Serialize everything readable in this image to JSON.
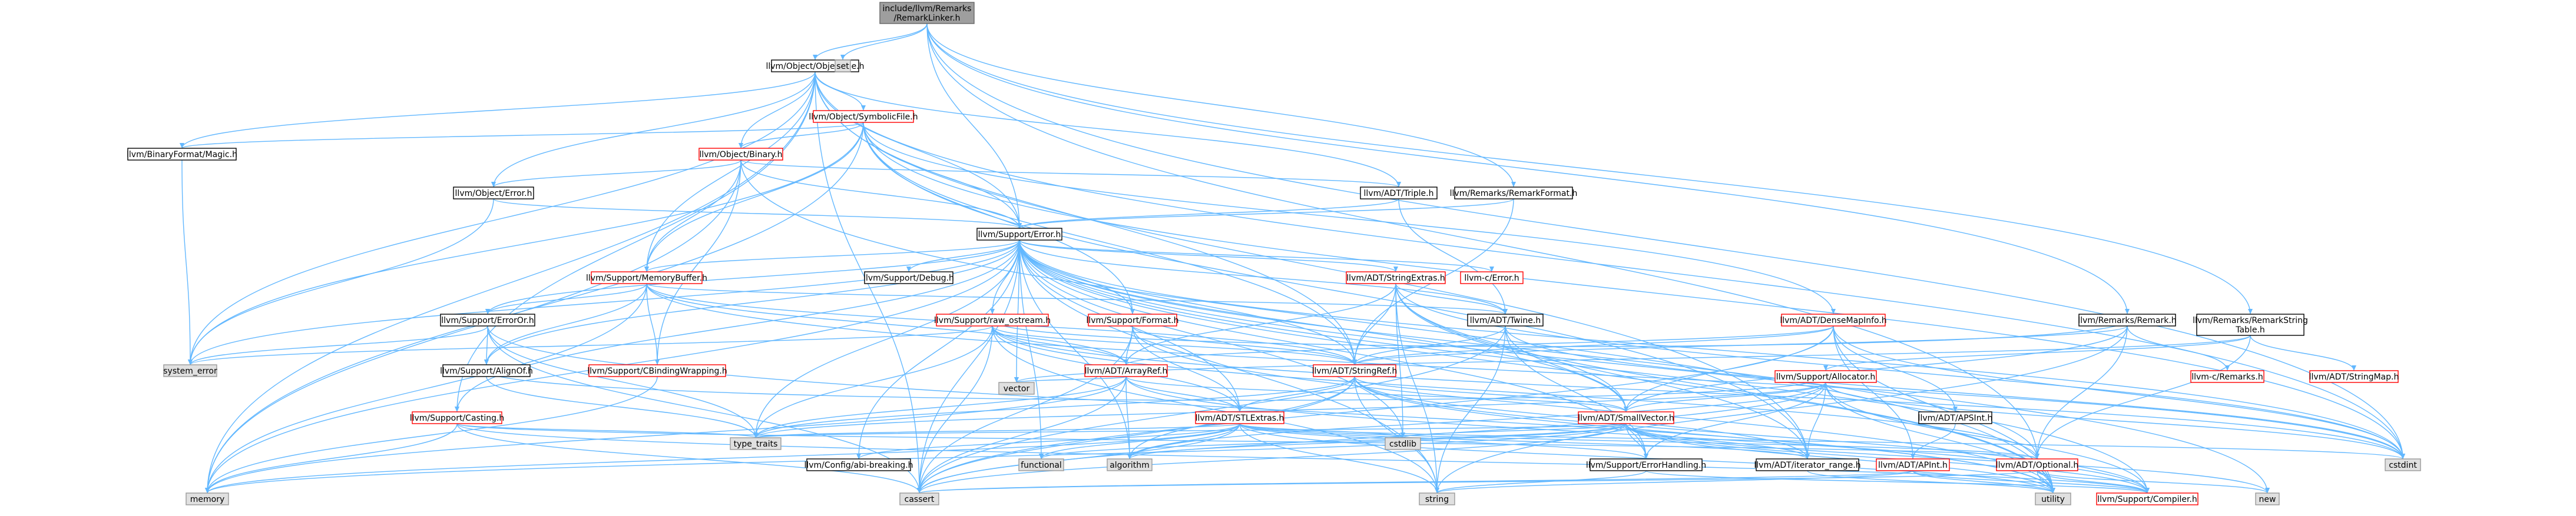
{
  "colors": {
    "root_fill": "#9e9e9e",
    "root_stroke": "#666666",
    "link_stroke": "#ff0000",
    "plain_stroke": "#000000",
    "sys_fill": "#e0e0e0",
    "sys_stroke": "#999999",
    "node_fill": "#ffffff",
    "edge": "#63b8ff"
  },
  "graph": {
    "nodes": [
      {
        "id": "root",
        "lines": [
          "include/llvm/Remarks",
          "/RemarkLinker.h"
        ],
        "kind": "root"
      },
      {
        "id": "objectfile",
        "lines": [
          "llvm/Object/ObjectFile.h"
        ],
        "kind": "plain"
      },
      {
        "id": "set",
        "lines": [
          "set"
        ],
        "kind": "sys"
      },
      {
        "id": "symbolicfile",
        "lines": [
          "llvm/Object/SymbolicFile.h"
        ],
        "kind": "link"
      },
      {
        "id": "binaryformatmagic",
        "lines": [
          "llvm/BinaryFormat/Magic.h"
        ],
        "kind": "plain"
      },
      {
        "id": "objectbinary",
        "lines": [
          "llvm/Object/Binary.h"
        ],
        "kind": "link"
      },
      {
        "id": "remarkformat",
        "lines": [
          "llvm/Remarks/RemarkFormat.h"
        ],
        "kind": "plain"
      },
      {
        "id": "triple",
        "lines": [
          "llvm/ADT/Triple.h"
        ],
        "kind": "plain"
      },
      {
        "id": "objecterror",
        "lines": [
          "llvm/Object/Error.h"
        ],
        "kind": "plain"
      },
      {
        "id": "supporterror",
        "lines": [
          "llvm/Support/Error.h"
        ],
        "kind": "plain"
      },
      {
        "id": "memorybuffer",
        "lines": [
          "llvm/Support/MemoryBuffer.h"
        ],
        "kind": "link"
      },
      {
        "id": "debug",
        "lines": [
          "llvm/Support/Debug.h"
        ],
        "kind": "plain"
      },
      {
        "id": "stringextras",
        "lines": [
          "llvm/ADT/StringExtras.h"
        ],
        "kind": "link"
      },
      {
        "id": "cerror",
        "lines": [
          "llvm-c/Error.h"
        ],
        "kind": "link"
      },
      {
        "id": "densemapinfo",
        "lines": [
          "llvm/ADT/DenseMapInfo.h"
        ],
        "kind": "link"
      },
      {
        "id": "remark",
        "lines": [
          "llvm/Remarks/Remark.h"
        ],
        "kind": "plain"
      },
      {
        "id": "remarkstringtable",
        "lines": [
          "llvm/Remarks/RemarkString",
          "Table.h"
        ],
        "kind": "plain"
      },
      {
        "id": "errorortxt",
        "lines": [
          "llvm/Support/ErrorOr.h"
        ],
        "kind": "plain"
      },
      {
        "id": "rawostream",
        "lines": [
          "llvm/Support/raw_ostream.h"
        ],
        "kind": "link"
      },
      {
        "id": "format",
        "lines": [
          "llvm/Support/Format.h"
        ],
        "kind": "link"
      },
      {
        "id": "twine",
        "lines": [
          "llvm/ADT/Twine.h"
        ],
        "kind": "plain"
      },
      {
        "id": "allocator",
        "lines": [
          "llvm/Support/Allocator.h"
        ],
        "kind": "link"
      },
      {
        "id": "cremarks",
        "lines": [
          "llvm-c/Remarks.h"
        ],
        "kind": "link"
      },
      {
        "id": "stringmap",
        "lines": [
          "llvm/ADT/StringMap.h"
        ],
        "kind": "link"
      },
      {
        "id": "systemerror",
        "lines": [
          "system_error"
        ],
        "kind": "sys"
      },
      {
        "id": "alignof",
        "lines": [
          "llvm/Support/AlignOf.h"
        ],
        "kind": "plain"
      },
      {
        "id": "cbindingwrapping",
        "lines": [
          "llvm/Support/CBindingWrapping.h"
        ],
        "kind": "link"
      },
      {
        "id": "arrayref",
        "lines": [
          "llvm/ADT/ArrayRef.h"
        ],
        "kind": "link"
      },
      {
        "id": "stringref",
        "lines": [
          "llvm/ADT/StringRef.h"
        ],
        "kind": "link"
      },
      {
        "id": "apsint",
        "lines": [
          "llvm/ADT/APSInt.h"
        ],
        "kind": "plain"
      },
      {
        "id": "casting",
        "lines": [
          "llvm/Support/Casting.h"
        ],
        "kind": "link"
      },
      {
        "id": "vector",
        "lines": [
          "vector"
        ],
        "kind": "sys"
      },
      {
        "id": "stlextras",
        "lines": [
          "llvm/ADT/STLExtras.h"
        ],
        "kind": "link"
      },
      {
        "id": "smallvector",
        "lines": [
          "llvm/ADT/SmallVector.h"
        ],
        "kind": "link"
      },
      {
        "id": "typetraits",
        "lines": [
          "type_traits"
        ],
        "kind": "sys"
      },
      {
        "id": "abibreaking",
        "lines": [
          "llvm/Config/abi-breaking.h"
        ],
        "kind": "plain"
      },
      {
        "id": "functional",
        "lines": [
          "functional"
        ],
        "kind": "sys"
      },
      {
        "id": "algorithm",
        "lines": [
          "algorithm"
        ],
        "kind": "sys"
      },
      {
        "id": "cstdlib",
        "lines": [
          "cstdlib"
        ],
        "kind": "sys"
      },
      {
        "id": "errorhandling",
        "lines": [
          "llvm/Support/ErrorHandling.h"
        ],
        "kind": "plain"
      },
      {
        "id": "iteratorrange",
        "lines": [
          "llvm/ADT/iterator_range.h"
        ],
        "kind": "plain"
      },
      {
        "id": "apint",
        "lines": [
          "llvm/ADT/APInt.h"
        ],
        "kind": "link"
      },
      {
        "id": "optional",
        "lines": [
          "llvm/ADT/Optional.h"
        ],
        "kind": "link"
      },
      {
        "id": "cstdint",
        "lines": [
          "cstdint"
        ],
        "kind": "sys"
      },
      {
        "id": "new",
        "lines": [
          "new"
        ],
        "kind": "sys"
      },
      {
        "id": "memory",
        "lines": [
          "memory"
        ],
        "kind": "sys"
      },
      {
        "id": "cassert",
        "lines": [
          "cassert"
        ],
        "kind": "sys"
      },
      {
        "id": "string",
        "lines": [
          "string"
        ],
        "kind": "sys"
      },
      {
        "id": "utility",
        "lines": [
          "utility"
        ],
        "kind": "sys"
      },
      {
        "id": "compiler",
        "lines": [
          "llvm/Support/Compiler.h"
        ],
        "kind": "link"
      }
    ],
    "edges": [
      [
        "root",
        "objectfile"
      ],
      [
        "root",
        "set"
      ],
      [
        "root",
        "remarkformat"
      ],
      [
        "root",
        "remark"
      ],
      [
        "root",
        "remarkstringtable"
      ],
      [
        "root",
        "supporterror"
      ],
      [
        "root",
        "cstdint"
      ],
      [
        "root",
        "optional"
      ],
      [
        "objectfile",
        "symbolicfile"
      ],
      [
        "objectfile",
        "binaryformatmagic"
      ],
      [
        "objectfile",
        "objectbinary"
      ],
      [
        "objectfile",
        "objecterror"
      ],
      [
        "objectfile",
        "supporterror"
      ],
      [
        "objectfile",
        "memorybuffer"
      ],
      [
        "objectfile",
        "triple"
      ],
      [
        "objectfile",
        "stringref"
      ],
      [
        "objectfile",
        "iteratorrange"
      ],
      [
        "objectfile",
        "casting"
      ],
      [
        "objectfile",
        "systemerror"
      ],
      [
        "objectfile",
        "memory"
      ],
      [
        "objectfile",
        "cassert"
      ],
      [
        "objectfile",
        "cstdint"
      ],
      [
        "symbolicfile",
        "objectbinary"
      ],
      [
        "symbolicfile",
        "supporterror"
      ],
      [
        "symbolicfile",
        "memorybuffer"
      ],
      [
        "symbolicfile",
        "binaryformatmagic"
      ],
      [
        "symbolicfile",
        "stringref"
      ],
      [
        "symbolicfile",
        "format"
      ],
      [
        "symbolicfile",
        "densemapinfo"
      ],
      [
        "symbolicfile",
        "iteratorrange"
      ],
      [
        "symbolicfile",
        "cstdint"
      ],
      [
        "symbolicfile",
        "systemerror"
      ],
      [
        "symbolicfile",
        "memory"
      ],
      [
        "binaryformatmagic",
        "systemerror"
      ],
      [
        "objectbinary",
        "objecterror"
      ],
      [
        "objectbinary",
        "supporterror"
      ],
      [
        "objectbinary",
        "memorybuffer"
      ],
      [
        "objectbinary",
        "triple"
      ],
      [
        "objectbinary",
        "cbindingwrapping"
      ],
      [
        "objectbinary",
        "memory"
      ],
      [
        "objectbinary",
        "utility"
      ],
      [
        "remarkformat",
        "supporterror"
      ],
      [
        "remarkformat",
        "stringref"
      ],
      [
        "triple",
        "twine"
      ],
      [
        "triple",
        "supporterror"
      ],
      [
        "objecterror",
        "supporterror"
      ],
      [
        "objecterror",
        "systemerror"
      ],
      [
        "supporterror",
        "cerror"
      ],
      [
        "supporterror",
        "stringextras"
      ],
      [
        "supporterror",
        "twine"
      ],
      [
        "supporterror",
        "memorybuffer"
      ],
      [
        "supporterror",
        "debug"
      ],
      [
        "supporterror",
        "errorortxt"
      ],
      [
        "supporterror",
        "rawostream"
      ],
      [
        "supporterror",
        "format"
      ],
      [
        "supporterror",
        "alignof"
      ],
      [
        "supporterror",
        "stringref"
      ],
      [
        "supporterror",
        "smallvector"
      ],
      [
        "supporterror",
        "stlextras"
      ],
      [
        "supporterror",
        "casting"
      ],
      [
        "supporterror",
        "abibreaking"
      ],
      [
        "supporterror",
        "errorhandling"
      ],
      [
        "supporterror",
        "optional"
      ],
      [
        "supporterror",
        "compiler"
      ],
      [
        "supporterror",
        "algorithm"
      ],
      [
        "supporterror",
        "cassert"
      ],
      [
        "supporterror",
        "cstdint"
      ],
      [
        "supporterror",
        "cstdlib"
      ],
      [
        "supporterror",
        "functional"
      ],
      [
        "supporterror",
        "memory"
      ],
      [
        "supporterror",
        "new"
      ],
      [
        "supporterror",
        "string"
      ],
      [
        "supporterror",
        "systemerror"
      ],
      [
        "supporterror",
        "typetraits"
      ],
      [
        "supporterror",
        "utility"
      ],
      [
        "supporterror",
        "vector"
      ],
      [
        "memorybuffer",
        "arrayref"
      ],
      [
        "memorybuffer",
        "stringref"
      ],
      [
        "memorybuffer",
        "twine"
      ],
      [
        "memorybuffer",
        "errorortxt"
      ],
      [
        "memorybuffer",
        "cbindingwrapping"
      ],
      [
        "memorybuffer",
        "alignof"
      ],
      [
        "memorybuffer",
        "cstddef"
      ],
      [
        "memorybuffer",
        "cstdint"
      ],
      [
        "memorybuffer",
        "memory"
      ],
      [
        "stringextras",
        "arrayref"
      ],
      [
        "stringextras",
        "smallvector"
      ],
      [
        "stringextras",
        "stringref"
      ],
      [
        "stringextras",
        "twine"
      ],
      [
        "stringextras",
        "iteratorrange"
      ],
      [
        "stringextras",
        "cstdint"
      ],
      [
        "stringextras",
        "cstdlib"
      ],
      [
        "stringextras",
        "string"
      ],
      [
        "stringextras",
        "utility"
      ],
      [
        "densemapinfo",
        "apint"
      ],
      [
        "densemapinfo",
        "apsint"
      ],
      [
        "densemapinfo",
        "arrayref"
      ],
      [
        "densemapinfo",
        "stringref"
      ],
      [
        "densemapinfo",
        "smallvector"
      ],
      [
        "densemapinfo",
        "cassert"
      ],
      [
        "densemapinfo",
        "cstdint"
      ],
      [
        "densemapinfo",
        "utility"
      ],
      [
        "remark",
        "cremarks"
      ],
      [
        "remark",
        "stringref"
      ],
      [
        "remark",
        "smallvector"
      ],
      [
        "remark",
        "rawostream"
      ],
      [
        "remark",
        "string"
      ],
      [
        "remark",
        "optional"
      ],
      [
        "remarkstringtable",
        "stringmap"
      ],
      [
        "remarkstringtable",
        "allocator"
      ],
      [
        "remarkstringtable",
        "vector"
      ],
      [
        "remarkstringtable",
        "optional"
      ],
      [
        "errorortxt",
        "alignof"
      ],
      [
        "errorortxt",
        "cassert"
      ],
      [
        "errorortxt",
        "systemerror"
      ],
      [
        "errorortxt",
        "typetraits"
      ],
      [
        "errorortxt",
        "utility"
      ],
      [
        "rawostream",
        "stringref"
      ],
      [
        "rawostream",
        "arrayref"
      ],
      [
        "rawostream",
        "cassert"
      ],
      [
        "rawostream",
        "string"
      ],
      [
        "rawostream",
        "systemerror"
      ],
      [
        "rawostream",
        "typetraits"
      ],
      [
        "rawostream",
        "optional"
      ],
      [
        "rawostream",
        "cstddef"
      ],
      [
        "rawostream",
        "cstdint"
      ],
      [
        "rawostream",
        "stlextras"
      ],
      [
        "format",
        "arrayref"
      ],
      [
        "format",
        "stlextras"
      ],
      [
        "format",
        "stringref"
      ],
      [
        "format",
        "cassert"
      ],
      [
        "format",
        "cstdio"
      ],
      [
        "format",
        "tuple"
      ],
      [
        "format",
        "utility"
      ],
      [
        "twine",
        "smallvector"
      ],
      [
        "twine",
        "stringref"
      ],
      [
        "twine",
        "errorhandling"
      ],
      [
        "twine",
        "cassert"
      ],
      [
        "twine",
        "cstdint"
      ],
      [
        "twine",
        "string"
      ],
      [
        "allocator",
        "smallvector"
      ],
      [
        "allocator",
        "alignof"
      ],
      [
        "allocator",
        "compiler"
      ],
      [
        "allocator",
        "errorhandling"
      ],
      [
        "allocator",
        "algorithm"
      ],
      [
        "allocator",
        "cassert"
      ],
      [
        "allocator",
        "cstddef"
      ],
      [
        "allocator",
        "cstdint"
      ],
      [
        "allocator",
        "iteratorrange"
      ],
      [
        "allocator",
        "typetraits"
      ],
      [
        "allocator",
        "utility"
      ],
      [
        "alignof",
        "typetraits"
      ],
      [
        "cbindingwrapping",
        "memory"
      ],
      [
        "arrayref",
        "hashing"
      ],
      [
        "arrayref",
        "smallvector"
      ],
      [
        "arrayref",
        "stlextras"
      ],
      [
        "arrayref",
        "compiler"
      ],
      [
        "arrayref",
        "algorithm"
      ],
      [
        "arrayref",
        "cassert"
      ],
      [
        "arrayref",
        "cstddef"
      ],
      [
        "arrayref",
        "iterator"
      ],
      [
        "arrayref",
        "memory"
      ],
      [
        "arrayref",
        "typetraits"
      ],
      [
        "arrayref",
        "vector"
      ],
      [
        "stringref",
        "stlfunctionalextras"
      ],
      [
        "stringref",
        "iteratorrange"
      ],
      [
        "stringref",
        "compiler"
      ],
      [
        "stringref",
        "algorithm"
      ],
      [
        "stringref",
        "cassert"
      ],
      [
        "stringref",
        "cstddef"
      ],
      [
        "stringref",
        "cstring"
      ],
      [
        "stringref",
        "limits"
      ],
      [
        "stringref",
        "string"
      ],
      [
        "stringref",
        "typetraits"
      ],
      [
        "stringref",
        "utility"
      ],
      [
        "stringref",
        "smallvector"
      ],
      [
        "stringref",
        "stlextras"
      ],
      [
        "apsint",
        "apint"
      ],
      [
        "casting",
        "typetraits"
      ],
      [
        "casting",
        "compiler"
      ],
      [
        "casting",
        "cassert"
      ],
      [
        "casting",
        "memory"
      ],
      [
        "casting",
        "optional"
      ],
      [
        "stlextras",
        "abibreaking"
      ],
      [
        "stlextras",
        "iteratorrange"
      ],
      [
        "stlextras",
        "errorhandling"
      ],
      [
        "stlextras",
        "algorithm"
      ],
      [
        "stlextras",
        "cassert"
      ],
      [
        "stlextras",
        "cstddef"
      ],
      [
        "stlextras",
        "cstdint"
      ],
      [
        "stlextras",
        "cstdlib"
      ],
      [
        "stlextras",
        "functional"
      ],
      [
        "stlextras",
        "memory"
      ],
      [
        "stlextras",
        "string"
      ],
      [
        "stlextras",
        "typetraits"
      ],
      [
        "stlextras",
        "utility"
      ],
      [
        "stlextras",
        "optional"
      ],
      [
        "smallvector",
        "compiler"
      ],
      [
        "smallvector",
        "algorithm"
      ],
      [
        "smallvector",
        "cassert"
      ],
      [
        "smallvector",
        "cstddef"
      ],
      [
        "smallvector",
        "cstdlib"
      ],
      [
        "smallvector",
        "cstring"
      ],
      [
        "smallvector",
        "functional"
      ],
      [
        "smallvector",
        "memory"
      ],
      [
        "smallvector",
        "new"
      ],
      [
        "smallvector",
        "typetraits"
      ],
      [
        "smallvector",
        "utility"
      ],
      [
        "smallvector",
        "iteratorrange"
      ],
      [
        "smallvector",
        "errorhandling"
      ],
      [
        "errorhandling",
        "compiler"
      ],
      [
        "errorhandling",
        "string"
      ],
      [
        "iteratorrange",
        "utility"
      ],
      [
        "apint",
        "compiler"
      ],
      [
        "apint",
        "cassert"
      ],
      [
        "apint",
        "string"
      ],
      [
        "apint",
        "utility"
      ],
      [
        "optional",
        "compiler"
      ],
      [
        "optional",
        "cassert"
      ],
      [
        "optional",
        "new"
      ],
      [
        "optional",
        "utility"
      ]
    ]
  }
}
